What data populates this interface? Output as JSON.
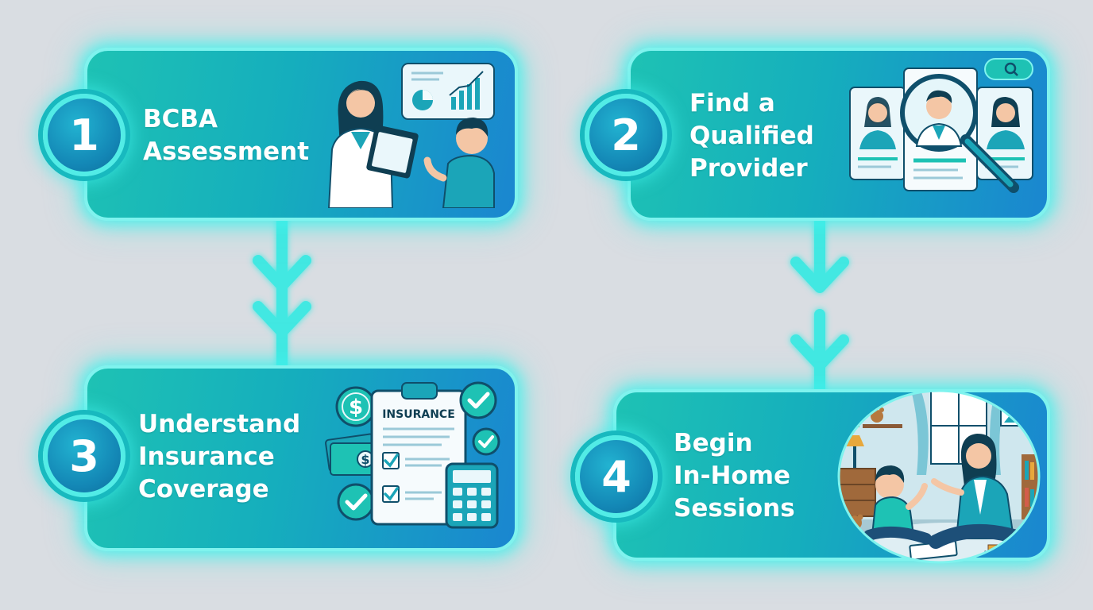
{
  "steps": [
    {
      "number": "1",
      "title_lines": [
        "BCBA",
        "Assessment"
      ]
    },
    {
      "number": "2",
      "title_lines": [
        "Find a",
        "Qualified",
        "Provider"
      ]
    },
    {
      "number": "3",
      "title_lines": [
        "Understand",
        "Insurance",
        "Coverage"
      ]
    },
    {
      "number": "4",
      "title_lines": [
        "Begin",
        "In-Home",
        "Sessions"
      ]
    }
  ],
  "illustrations": {
    "insurance_label": "INSURANCE",
    "dollar_symbol": "$"
  },
  "colors": {
    "background": "#d9dde2",
    "card_teal": "#1ec2b4",
    "card_blue": "#1a86d0",
    "glow": "#7ff3ee",
    "connector": "#3fe6e0"
  }
}
